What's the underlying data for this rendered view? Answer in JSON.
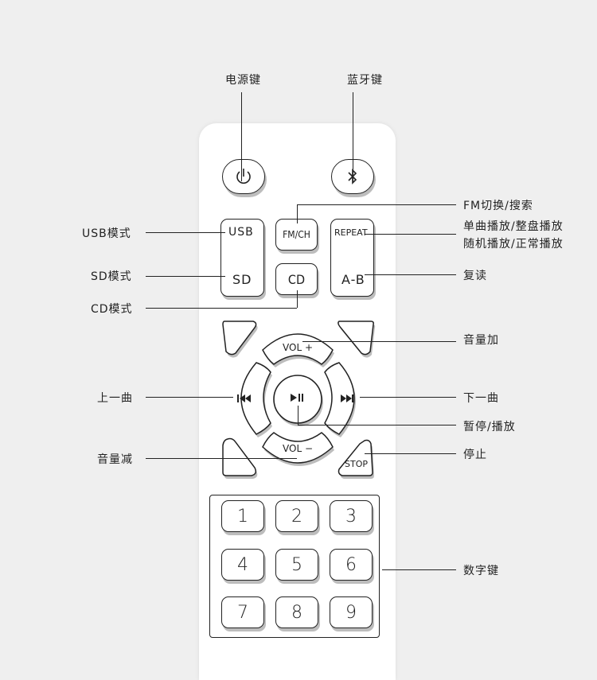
{
  "callouts": {
    "power": "电源键",
    "bluetooth": "蓝牙键",
    "fm_ch": "FM切换/搜索",
    "repeat_line1": "单曲播放/整盘播放",
    "repeat_line2": "随机播放/正常播放",
    "usb": "USB模式",
    "sd": "SD模式",
    "ab": "复读",
    "cd": "CD模式",
    "vol_up": "音量加",
    "prev": "上一曲",
    "next": "下一曲",
    "play_pause": "暂停/播放",
    "vol_down": "音量减",
    "stop": "停止",
    "number_keys": "数字键"
  },
  "buttons": {
    "usb": "USB",
    "fm_ch": "FM/CH",
    "repeat": "REPEAT",
    "sd": "SD",
    "cd": "CD",
    "ab": "A-B",
    "vol_up": "VOL +",
    "vol_down": "VOL −",
    "stop": "STOP",
    "digits": [
      "1",
      "2",
      "3",
      "4",
      "5",
      "6",
      "7",
      "8",
      "9"
    ]
  },
  "icons": {
    "power": "power-icon",
    "bluetooth": "bluetooth-icon",
    "prev": "skip-previous-icon",
    "next": "skip-next-icon",
    "play_pause": "play-pause-icon"
  }
}
